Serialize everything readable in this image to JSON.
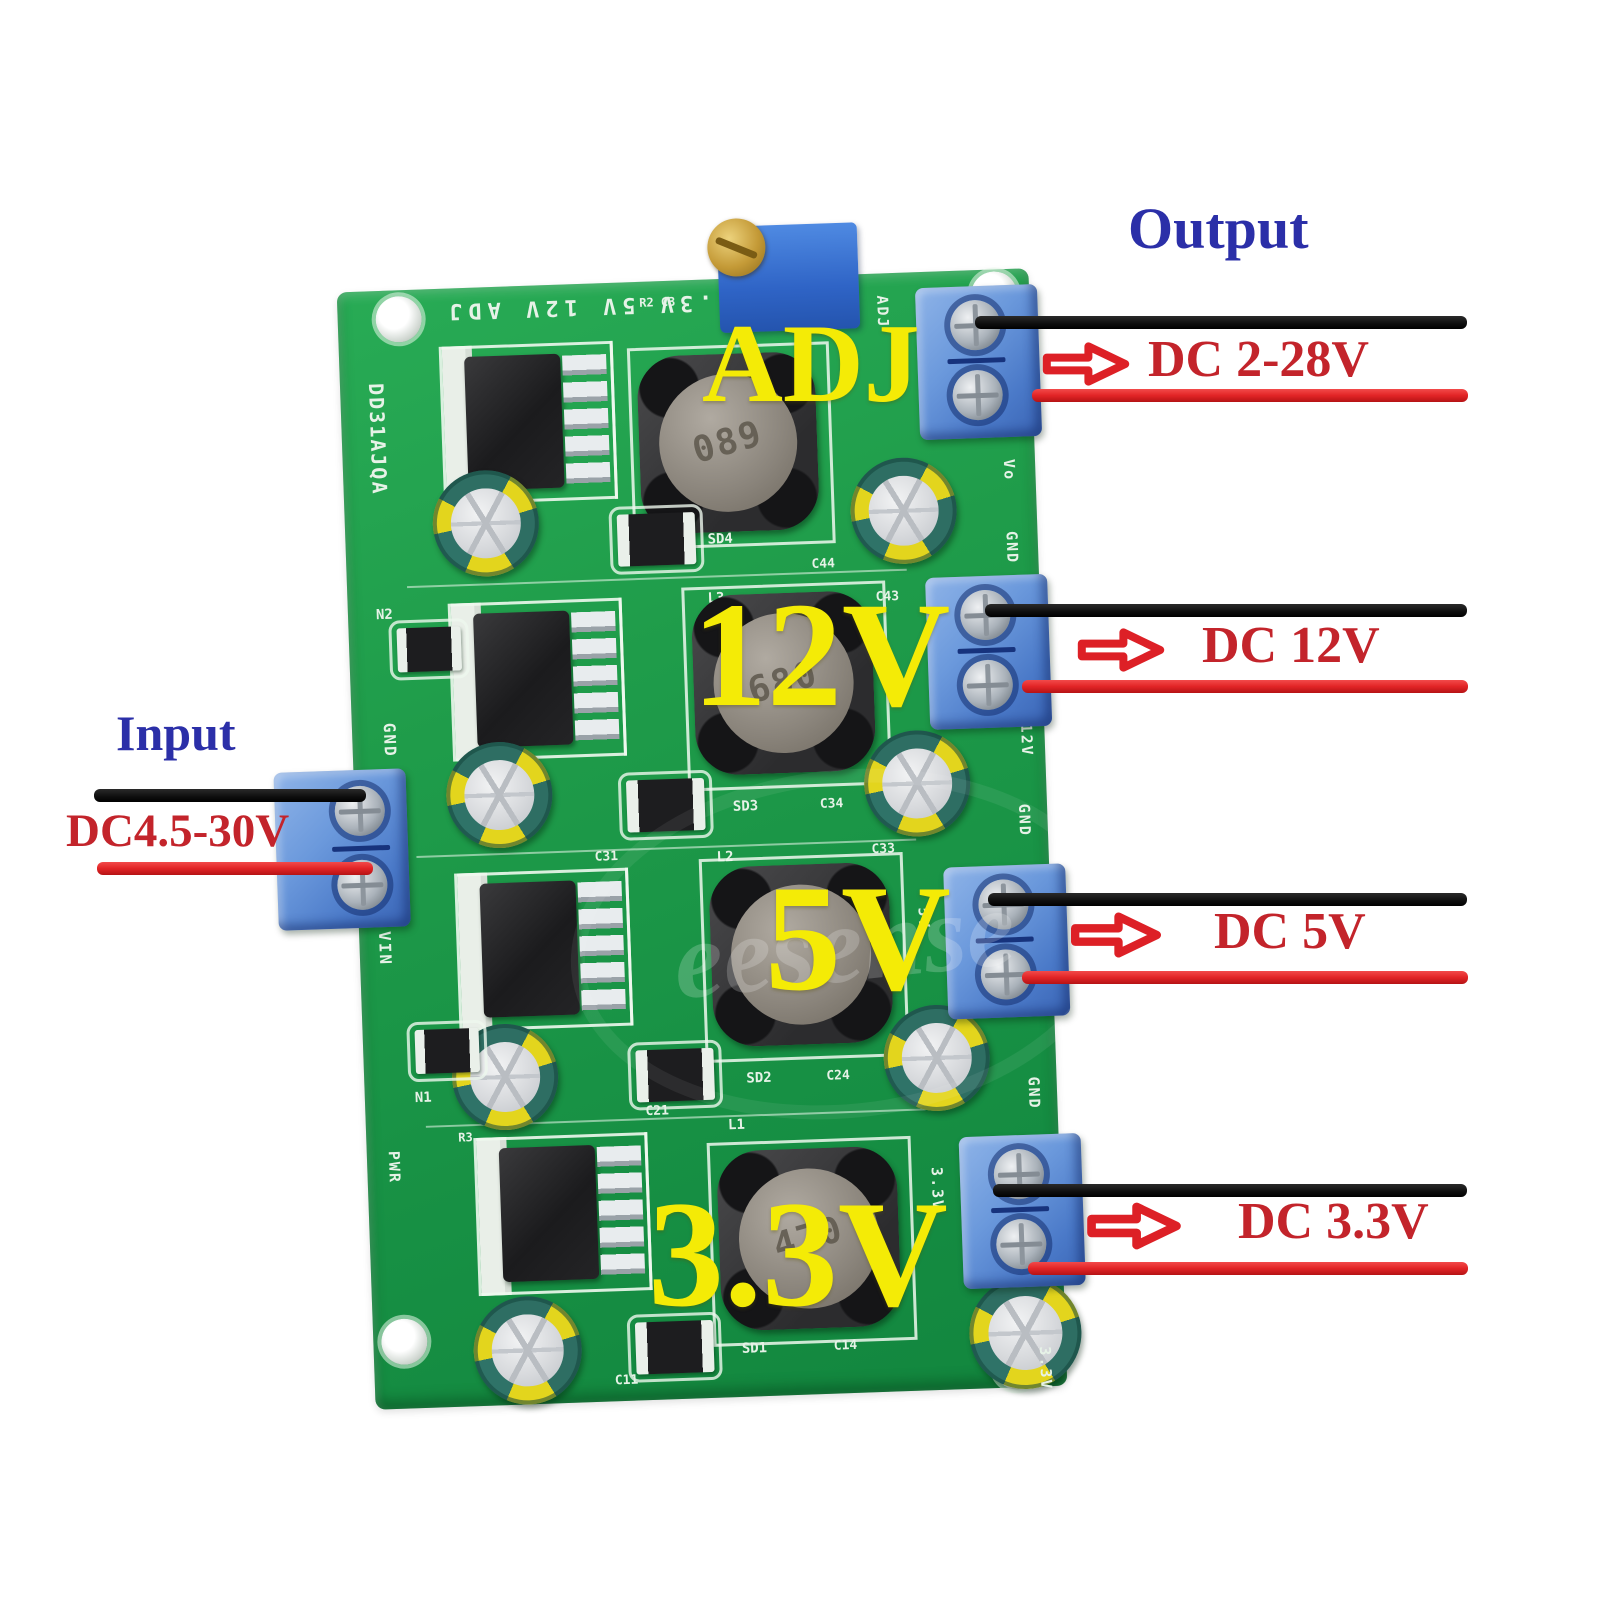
{
  "annotations": {
    "output": {
      "title": "Output",
      "rows": [
        {
          "label": "DC 2-28V"
        },
        {
          "label": "DC 12V"
        },
        {
          "label": "DC 5V"
        },
        {
          "label": "DC 3.3V"
        }
      ]
    },
    "input": {
      "title": "Input",
      "voltage_label": "DC4.5-30V"
    },
    "channel_overlays": {
      "ch1": "ADJ",
      "ch2": "12V",
      "ch3": "5V",
      "ch4": "3.3V"
    }
  },
  "board": {
    "top_silkscreen": "3.3V 5V 12V ADJ",
    "model": "DD31AJQA",
    "input_labels": {
      "gnd": "GND",
      "vin": "VIN"
    },
    "right_edge": {
      "ch1_side": "ADJ",
      "ch1_below": "Vo",
      "ch2_above": "GND",
      "ch2_below": "12V",
      "ch2_gnd": "GND",
      "ch3_side": "5V",
      "ch3_gnd": "GND",
      "ch4_above": "GND",
      "ch4_side": "3.3V",
      "ch4_below": "3.3V"
    },
    "refs": {
      "r2c3": "R2 C3",
      "n2": "N2",
      "n1": "N1",
      "r3": "R3",
      "pwr": "PWR",
      "l3": "L3",
      "l2": "L2",
      "l1": "L1",
      "sd4": "SD4",
      "sd3": "SD3",
      "sd2": "SD2",
      "sd1": "SD1",
      "c44": "C44",
      "c43": "C43",
      "c34": "C34",
      "c33": "C33",
      "c31": "C31",
      "c24": "C24",
      "c21": "C21",
      "c14": "C14",
      "c11": "C11"
    },
    "inductor_markings": {
      "ch1": "089",
      "ch2": "680",
      "ch3": "",
      "ch4": "470"
    }
  },
  "watermark": "eesense",
  "colors": {
    "pcb_green": "#1f9c4a",
    "terminal_blue": "#5b8ed6",
    "wire_black": "#121212",
    "wire_red": "#e22426",
    "label_red": "#c3242b",
    "label_blue": "#2b2fa8",
    "overlay_yellow": "#f4eb06"
  }
}
